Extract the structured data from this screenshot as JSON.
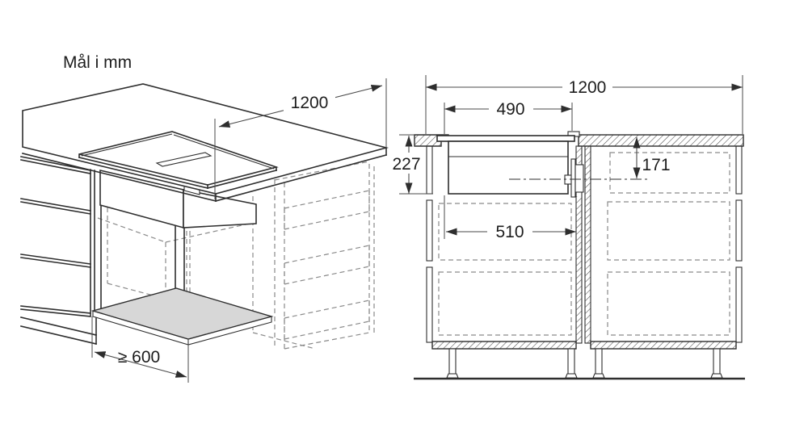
{
  "title": "Mål i mm",
  "isometric_view": {
    "dim_width": "1200",
    "dim_min_clearance": "≥ 600"
  },
  "section_view": {
    "dim_total_width": "1200",
    "dim_cutout_width": "490",
    "dim_height": "227",
    "dim_duct_center": "171",
    "dim_inner_width": "510"
  },
  "colors": {
    "bg": "#ffffff",
    "line": "#2e2e2e",
    "thin": "#4a4a4a",
    "dashed": "#8a8a8a",
    "panel": "#d7d7d7",
    "text": "#1d1d1d"
  }
}
